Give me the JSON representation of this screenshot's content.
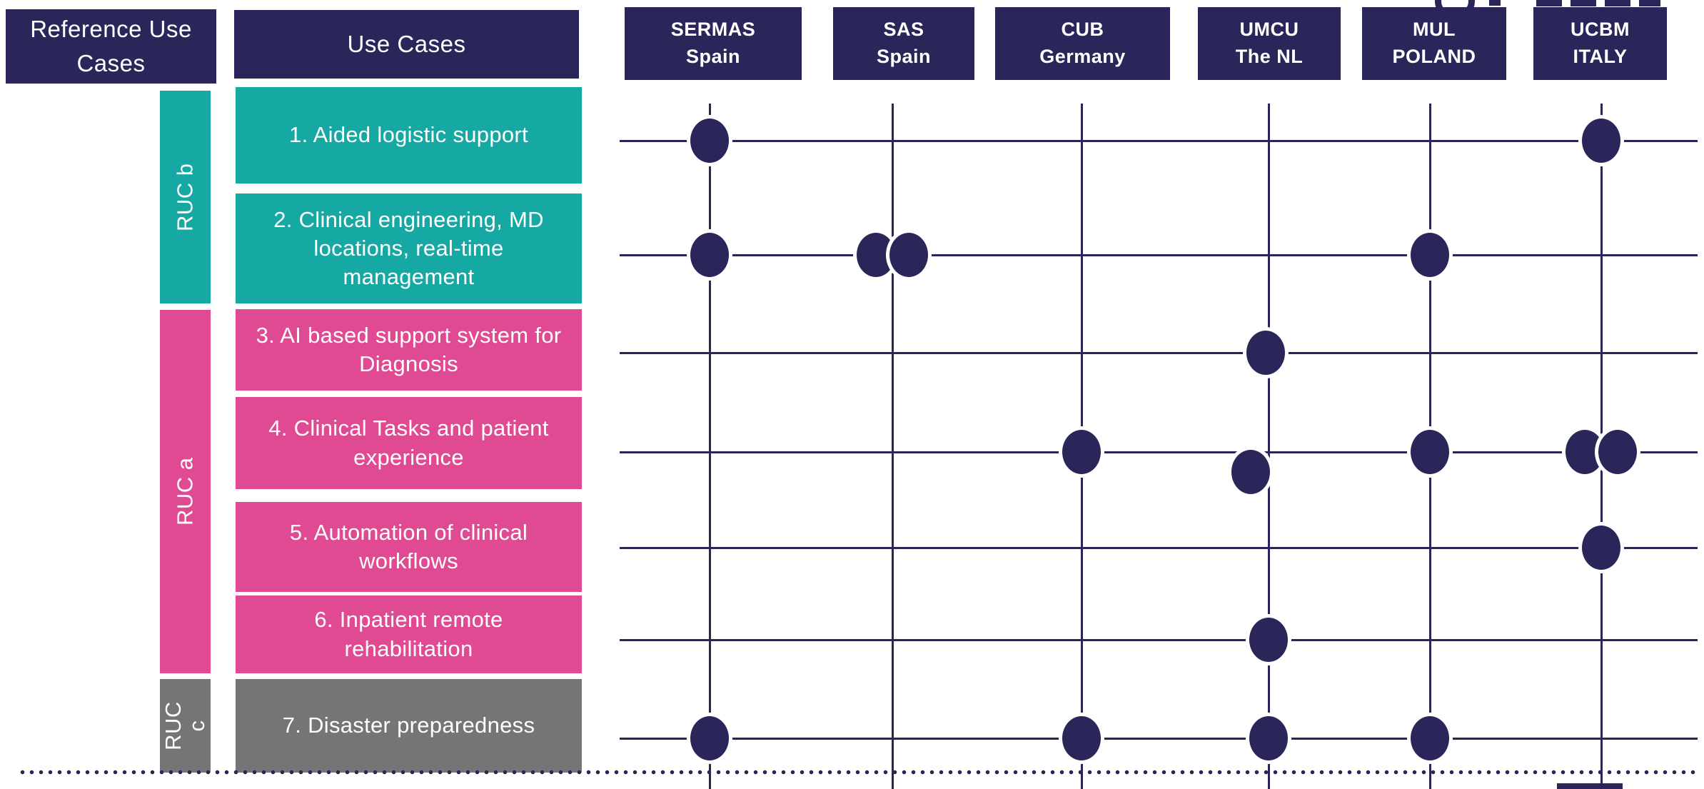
{
  "colors": {
    "navy": "#2A265A",
    "teal": "#16A9A4",
    "pink": "#E04A92",
    "gray": "#757578",
    "background": "#FFFFFF"
  },
  "left_panel": {
    "reference_header": "Reference Use Cases",
    "use_cases_header": "Use Cases"
  },
  "groups": [
    {
      "id": "ruc-b",
      "label": "RUC b",
      "color": "teal"
    },
    {
      "id": "ruc-a",
      "label": "RUC a",
      "color": "pink"
    },
    {
      "id": "ruc-c",
      "label": "RUC c",
      "color": "gray"
    }
  ],
  "use_cases": [
    {
      "num": 1,
      "label": "1. Aided logistic support",
      "group": "ruc-b"
    },
    {
      "num": 2,
      "label": "2. Clinical engineering, MD locations, real-time management",
      "group": "ruc-b"
    },
    {
      "num": 3,
      "label": "3. AI based support system for Diagnosis",
      "group": "ruc-a"
    },
    {
      "num": 4,
      "label": "4. Clinical Tasks and patient experience",
      "group": "ruc-a"
    },
    {
      "num": 5,
      "label": "5. Automation of clinical workflows",
      "group": "ruc-a"
    },
    {
      "num": 6,
      "label": "6. Inpatient remote rehabilitation",
      "group": "ruc-a"
    },
    {
      "num": 7,
      "label": "7. Disaster preparedness",
      "group": "ruc-c"
    }
  ],
  "sites": [
    {
      "name": "SERMAS",
      "location": "Spain"
    },
    {
      "name": "SAS",
      "location": "Spain"
    },
    {
      "name": "CUB",
      "location": "Germany"
    },
    {
      "name": "UMCU",
      "location": "The NL"
    },
    {
      "name": "MUL",
      "location": "POLAND"
    },
    {
      "name": "UCBM",
      "location": "ITALY"
    }
  ],
  "matrix": [
    {
      "use_case": 1,
      "site": "SERMAS",
      "dots": 1
    },
    {
      "use_case": 1,
      "site": "UCBM",
      "dots": 1
    },
    {
      "use_case": 2,
      "site": "SERMAS",
      "dots": 1
    },
    {
      "use_case": 2,
      "site": "SAS",
      "dots": 2
    },
    {
      "use_case": 2,
      "site": "MUL",
      "dots": 1
    },
    {
      "use_case": 3,
      "site": "UMCU",
      "dots": 1
    },
    {
      "use_case": 4,
      "site": "CUB",
      "dots": 1
    },
    {
      "use_case": 4,
      "site": "UMCU",
      "dots": 1
    },
    {
      "use_case": 4,
      "site": "MUL",
      "dots": 1
    },
    {
      "use_case": 4,
      "site": "UCBM",
      "dots": 2
    },
    {
      "use_case": 5,
      "site": "UCBM",
      "dots": 1
    },
    {
      "use_case": 6,
      "site": "UMCU",
      "dots": 1
    },
    {
      "use_case": 7,
      "site": "SERMAS",
      "dots": 1
    },
    {
      "use_case": 7,
      "site": "CUB",
      "dots": 1
    },
    {
      "use_case": 7,
      "site": "UMCU",
      "dots": 1
    },
    {
      "use_case": 7,
      "site": "MUL",
      "dots": 1
    }
  ]
}
